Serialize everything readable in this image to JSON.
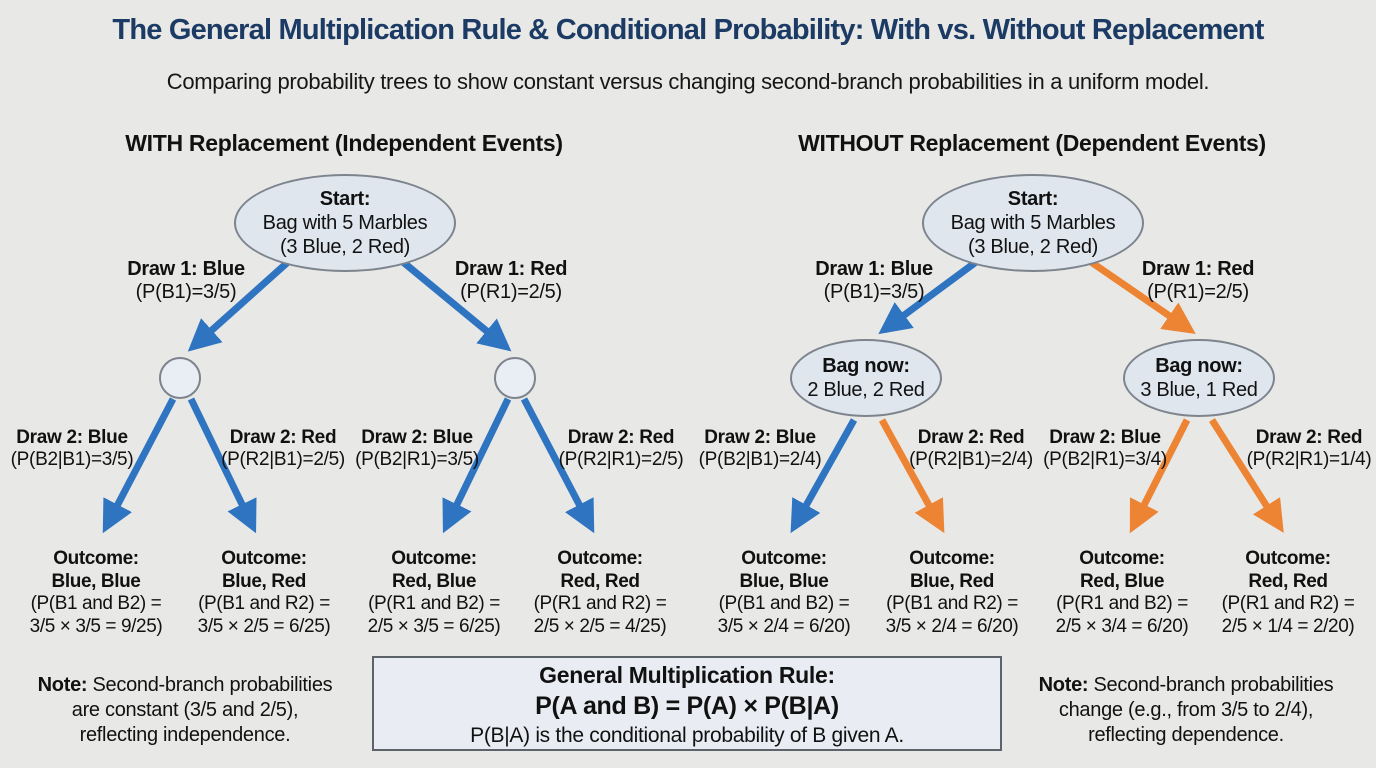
{
  "page": {
    "title": "The General Multiplication Rule & Conditional Probability: With vs. Without Replacement",
    "subtitle": "Comparing probability trees to show constant versus changing second-branch probabilities in a uniform model."
  },
  "colors": {
    "background": "#e8e8e6",
    "title_navy": "#1b3a64",
    "arrow_blue": "#2e74c1",
    "arrow_orange": "#ec8433",
    "node_fill": "#dfe6ee",
    "node_border": "#7d848d",
    "rule_box_fill": "#e9ecf2"
  },
  "left_tree": {
    "heading": "WITH Replacement (Independent Events)",
    "root": {
      "line1": "Start:",
      "line2": "Bag with 5 Marbles",
      "line3": "(3 Blue, 2 Red)"
    },
    "branches1": [
      {
        "label": "Draw 1: Blue",
        "prob": "(P(B1)=3/5)"
      },
      {
        "label": "Draw 1: Red",
        "prob": "(P(R1)=2/5)"
      }
    ],
    "branches2": [
      {
        "label": "Draw 2: Blue",
        "prob": "(P(B2|B1)=3/5)"
      },
      {
        "label": "Draw 2: Red",
        "prob": "(P(R2|B1)=2/5)"
      },
      {
        "label": "Draw 2: Blue",
        "prob": "(P(B2|R1)=3/5)"
      },
      {
        "label": "Draw 2: Red",
        "prob": "(P(R2|R1)=2/5)"
      }
    ],
    "outcomes": [
      {
        "line1": "Outcome:",
        "line2": "Blue, Blue",
        "line3": "(P(B1 and B2) =",
        "line4": "3/5 × 3/5 = 9/25)"
      },
      {
        "line1": "Outcome:",
        "line2": "Blue, Red",
        "line3": "(P(B1 and R2) =",
        "line4": "3/5 × 2/5 = 6/25)"
      },
      {
        "line1": "Outcome:",
        "line2": "Red, Blue",
        "line3": "(P(R1 and B2) =",
        "line4": "2/5 × 3/5 = 6/25)"
      },
      {
        "line1": "Outcome:",
        "line2": "Red, Red",
        "line3": "(P(R1 and R2) =",
        "line4": "2/5 × 2/5 = 4/25)"
      }
    ],
    "note": {
      "label": "Note:",
      "line1": " Second-branch probabilities",
      "line2": "are constant (3/5 and 2/5),",
      "line3": "reflecting independence."
    }
  },
  "right_tree": {
    "heading": "WITHOUT Replacement (Dependent Events)",
    "root": {
      "line1": "Start:",
      "line2": "Bag with 5 Marbles",
      "line3": "(3 Blue, 2 Red)"
    },
    "branches1": [
      {
        "label": "Draw 1: Blue",
        "prob": "(P(B1)=3/5)"
      },
      {
        "label": "Draw 1: Red",
        "prob": "(P(R1)=2/5)"
      }
    ],
    "mid_nodes": [
      {
        "line1": "Bag now:",
        "line2": "2 Blue, 2 Red"
      },
      {
        "line1": "Bag now:",
        "line2": "3 Blue, 1 Red"
      }
    ],
    "branches2": [
      {
        "label": "Draw 2: Blue",
        "prob": "(P(B2|B1)=2/4)"
      },
      {
        "label": "Draw 2: Red",
        "prob": "(P(R2|B1)=2/4)"
      },
      {
        "label": "Draw 2: Blue",
        "prob": "(P(B2|R1)=3/4)"
      },
      {
        "label": "Draw 2: Red",
        "prob": "(P(R2|R1)=1/4)"
      }
    ],
    "outcomes": [
      {
        "line1": "Outcome:",
        "line2": "Blue, Blue",
        "line3": "(P(B1 and B2) =",
        "line4": "3/5 × 2/4 = 6/20)"
      },
      {
        "line1": "Outcome:",
        "line2": "Blue, Red",
        "line3": "(P(B1 and R2) =",
        "line4": "3/5 × 2/4 = 6/20)"
      },
      {
        "line1": "Outcome:",
        "line2": "Red, Blue",
        "line3": "(P(R1 and B2) =",
        "line4": "2/5 × 3/4 = 6/20)"
      },
      {
        "line1": "Outcome:",
        "line2": "Red, Red",
        "line3": "(P(R1 and R2) =",
        "line4": "2/5 × 1/4 = 2/20)"
      }
    ],
    "note": {
      "label": "Note:",
      "line1": " Second-branch probabilities",
      "line2": "change (e.g., from 3/5 to 2/4),",
      "line3": "reflecting dependence."
    }
  },
  "rule_box": {
    "line1": "General Multiplication Rule:",
    "line2": "P(A and B) = P(A) × P(B|A)",
    "line3": "P(B|A) is the conditional probability of B given A."
  }
}
